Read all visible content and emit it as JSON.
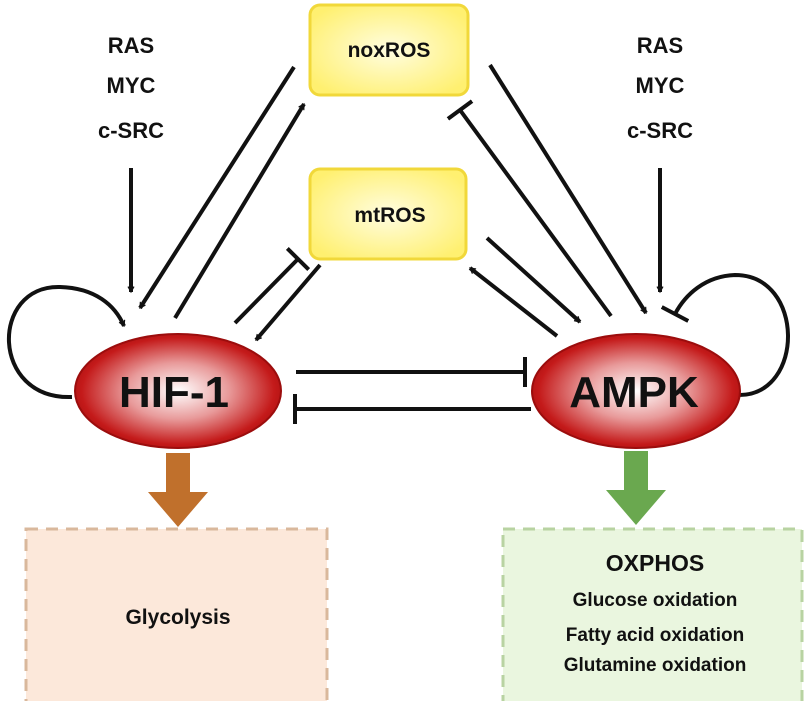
{
  "upstream_left": [
    "RAS",
    "MYC",
    "c-SRC"
  ],
  "upstream_right": [
    "RAS",
    "MYC",
    "c-SRC"
  ],
  "nodes": {
    "noxros": "noxROS",
    "mtros": "mtROS",
    "hif1": "HIF-1",
    "ampk": "AMPK"
  },
  "outcomes": {
    "hif1": [
      "Glycolysis"
    ],
    "ampk": [
      "OXPHOS",
      "Glucose oxidation",
      "Fatty acid oxidation",
      "Glutamine oxidation"
    ]
  },
  "colors": {
    "node_red": "#c41a1a",
    "ros_yellow": "#fff27a",
    "glycolysis_arrow": "#c0702c",
    "oxphos_arrow": "#6aa84f",
    "glycolysis_box": "#fce8da",
    "oxphos_box": "#eaf6df"
  }
}
